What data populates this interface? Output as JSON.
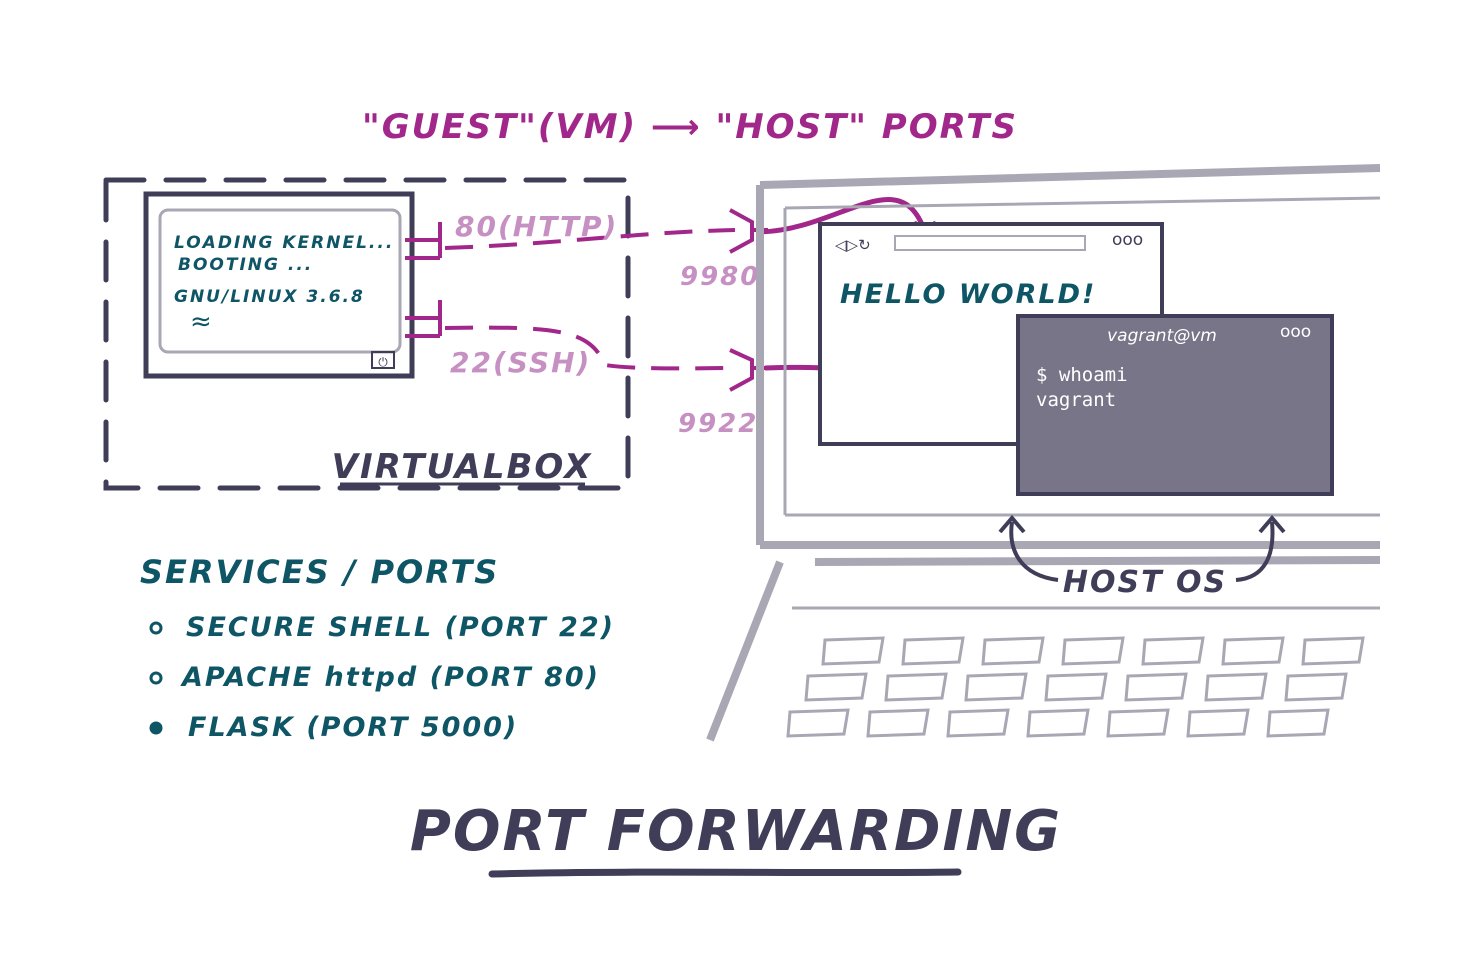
{
  "colors": {
    "ink": "#3f3d57",
    "teal": "#0e5566",
    "magenta": "#a2278a",
    "lilac": "#c690c2",
    "gray": "#a9a7b3",
    "terminal_bg": "#787589",
    "terminal_text": "#ffffff"
  },
  "header": {
    "text": "\"GUEST\"(VM) ⟶ \"HOST\" PORTS"
  },
  "vm": {
    "screen_lines": [
      "LOADING KERNEL...",
      "BOOTING ...",
      "GNU/LINUX 3.6.8",
      "≈"
    ],
    "label": "VIRTUALBOX"
  },
  "ports": {
    "http_label": "80(HTTP)",
    "ssh_label": "22(SSH)",
    "host_http": "9980",
    "host_ssh": "9922"
  },
  "browser": {
    "nav": "◁▷↻",
    "dots": "ooo",
    "content": "HELLO WORLD!"
  },
  "terminal": {
    "title": "vagrant@vm",
    "dots": "ooo",
    "lines": [
      "$ whoami",
      "vagrant"
    ]
  },
  "host_label": "HOST OS",
  "services": {
    "heading": "SERVICES / PORTS",
    "items": [
      "SECURE SHELL (PORT 22)",
      "APACHE httpd (PORT 80)",
      "FLASK (PORT 5000)"
    ]
  },
  "title": "PORT FORWARDING"
}
